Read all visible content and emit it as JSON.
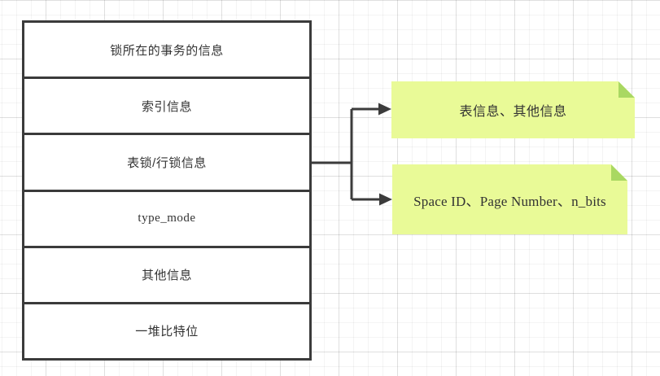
{
  "colors": {
    "line": "#3b3b3b",
    "text": "#333333",
    "note_fill": "#e9fa97",
    "note_fold": "#a9d862",
    "row_fill": "#ffffff"
  },
  "stack": {
    "rows": [
      "锁所在的事务的信息",
      "索引信息",
      "表锁/行锁信息",
      "type_mode",
      "其他信息",
      "一堆比特位"
    ]
  },
  "notes": [
    {
      "label": "表信息、其他信息"
    },
    {
      "label": "Space ID、Page Number、n_bits"
    }
  ]
}
